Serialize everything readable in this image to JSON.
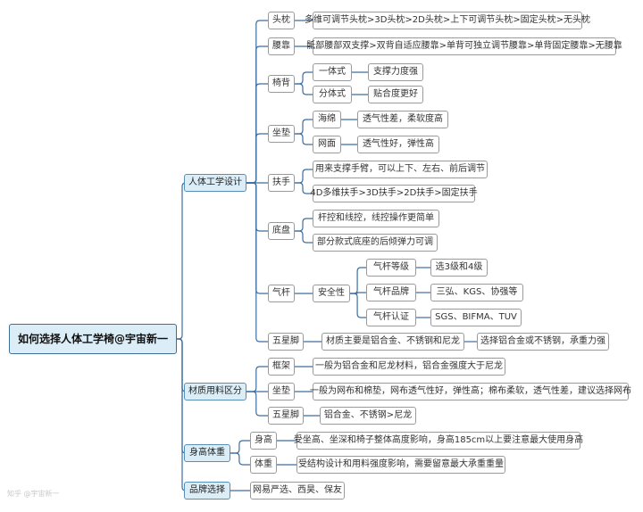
{
  "root": "如何选择人体工学椅@宇宙新一",
  "watermark": "知乎 @宇宙新一",
  "colors": {
    "line": "#3c6e9f",
    "level1_fill": "#dbeef8",
    "node_border": "#9a9a9a"
  },
  "branches": [
    {
      "label": "人体工学设计",
      "children": [
        {
          "label": "头枕",
          "children": [
            {
              "label": "多维可调节头枕>3D头枕>2D头枕>上下可调节头枕>固定头枕>无头枕"
            }
          ]
        },
        {
          "label": "腰靠",
          "children": [
            {
              "label": "骶部腰部双支撑>双背自适应腰靠>单背可独立调节腰靠>单背固定腰靠>无腰靠"
            }
          ]
        },
        {
          "label": "椅背",
          "children": [
            {
              "label": "一体式",
              "children": [
                {
                  "label": "支撑力度强"
                }
              ]
            },
            {
              "label": "分体式",
              "children": [
                {
                  "label": "贴合度更好"
                }
              ]
            }
          ]
        },
        {
          "label": "坐垫",
          "children": [
            {
              "label": "海绵",
              "children": [
                {
                  "label": "透气性差，柔软度高"
                }
              ]
            },
            {
              "label": "网面",
              "children": [
                {
                  "label": "透气性好，弹性高"
                }
              ]
            }
          ]
        },
        {
          "label": "扶手",
          "children": [
            {
              "label": "用来支撑手臂，可以上下、左右、前后调节"
            },
            {
              "label": "4D多维扶手>3D扶手>2D扶手>固定扶手"
            }
          ]
        },
        {
          "label": "底盘",
          "children": [
            {
              "label": "杆控和线控，线控操作更简单"
            },
            {
              "label": "部分款式底座的后倾弹力可调"
            }
          ]
        },
        {
          "label": "气杆",
          "children": [
            {
              "label": "安全性",
              "children": [
                {
                  "label": "气杆等级",
                  "children": [
                    {
                      "label": "选3级和4级"
                    }
                  ]
                },
                {
                  "label": "气杆品牌",
                  "children": [
                    {
                      "label": "三弘、KGS、协强等"
                    }
                  ]
                },
                {
                  "label": "气杆认证",
                  "children": [
                    {
                      "label": "SGS、BIFMA、TUV"
                    }
                  ]
                }
              ]
            }
          ]
        },
        {
          "label": "五星脚",
          "children": [
            {
              "label": "材质主要是铝合金、不锈钢和尼龙",
              "children": [
                {
                  "label": "选择铝合金或不锈钢，承重力强"
                }
              ]
            }
          ]
        }
      ]
    },
    {
      "label": "材质用料区分",
      "children": [
        {
          "label": "框架",
          "children": [
            {
              "label": "一般为铝合金和尼龙材料，铝合金强度大于尼龙"
            }
          ]
        },
        {
          "label": "坐垫",
          "children": [
            {
              "label": "一般为网布和棉垫，网布透气性好，弹性高；棉布柔软，透气性差，建议选择网布"
            }
          ]
        },
        {
          "label": "五星脚",
          "children": [
            {
              "label": "铝合金、不锈钢>尼龙"
            }
          ]
        }
      ]
    },
    {
      "label": "身高体重",
      "children": [
        {
          "label": "身高",
          "children": [
            {
              "label": "受坐高、坐深和椅子整体高度影响，身高185cm以上要注意最大使用身高"
            }
          ]
        },
        {
          "label": "体重",
          "children": [
            {
              "label": "受结构设计和用料强度影响，需要留意最大承重重量"
            }
          ]
        }
      ]
    },
    {
      "label": "品牌选择",
      "children": [
        {
          "label": "网易严选、西昊、保友"
        }
      ]
    }
  ]
}
